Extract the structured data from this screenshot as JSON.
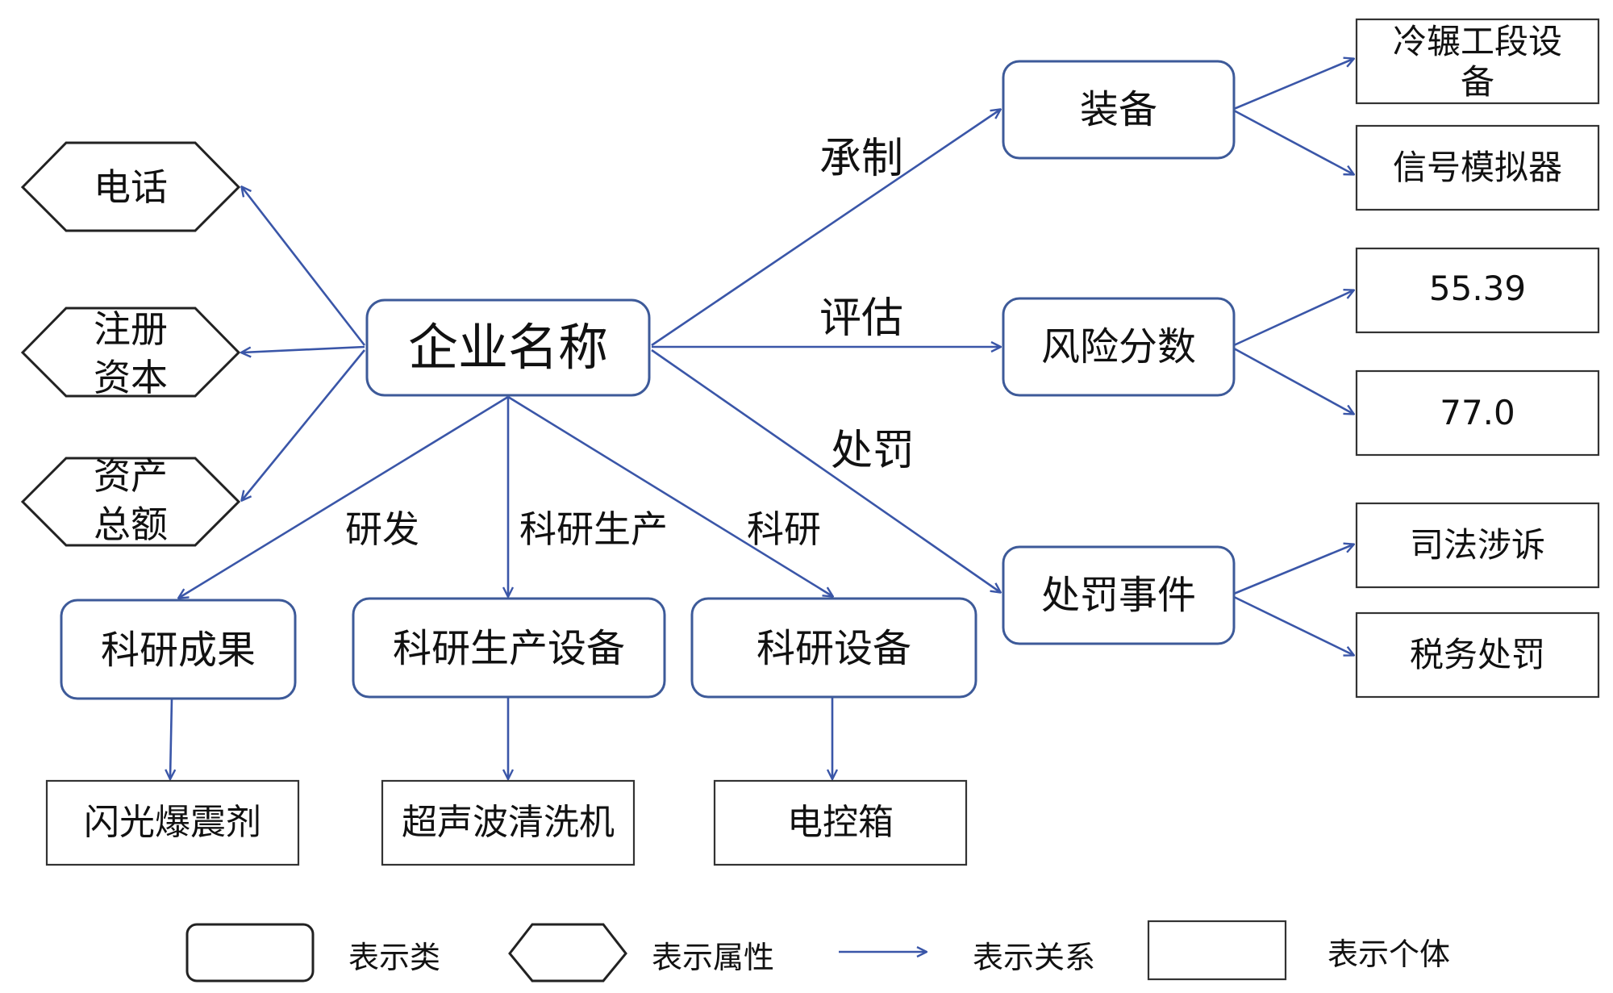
{
  "colors": {
    "class_border": "#3d5a99",
    "instance_border": "#333333",
    "edge": "#3a56a8"
  },
  "center": "企业名称",
  "attributes": [
    "电话",
    "注册资本",
    "资产总额"
  ],
  "attr_lines": [
    [
      "电话"
    ],
    [
      "注册",
      "资本"
    ],
    [
      "资产",
      "总额"
    ]
  ],
  "right_classes": [
    {
      "label": "装备",
      "relation": "承制",
      "instances": [
        [
          "冷辗工段设",
          "备"
        ],
        [
          "信号模拟器"
        ]
      ]
    },
    {
      "label": "风险分数",
      "relation": "评估",
      "instances": [
        [
          "55.39"
        ],
        [
          "77.0"
        ]
      ]
    },
    {
      "label": "处罚事件",
      "relation": "处罚",
      "instances": [
        [
          "司法涉诉"
        ],
        [
          "税务处罚"
        ]
      ]
    }
  ],
  "bottom_classes": [
    {
      "label": "科研成果",
      "relation": "研发",
      "instance": "闪光爆震剂"
    },
    {
      "label": "科研生产设备",
      "relation": "科研生产",
      "instance": "超声波清洗机"
    },
    {
      "label": "科研设备",
      "relation": "科研",
      "instance": "电控箱"
    }
  ],
  "legend": [
    {
      "shape": "rounded-rect",
      "label": "表示类"
    },
    {
      "shape": "hexagon",
      "label": "表示属性"
    },
    {
      "shape": "arrow",
      "label": "表示关系"
    },
    {
      "shape": "rect",
      "label": "表示个体"
    }
  ]
}
